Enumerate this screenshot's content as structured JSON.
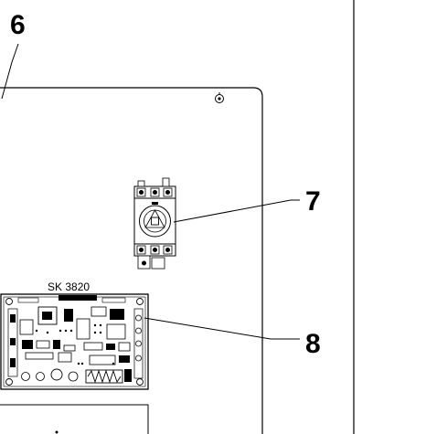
{
  "callouts": {
    "c6": "6",
    "c7": "7",
    "c8": "8"
  },
  "board": {
    "label": "SK 3820"
  }
}
